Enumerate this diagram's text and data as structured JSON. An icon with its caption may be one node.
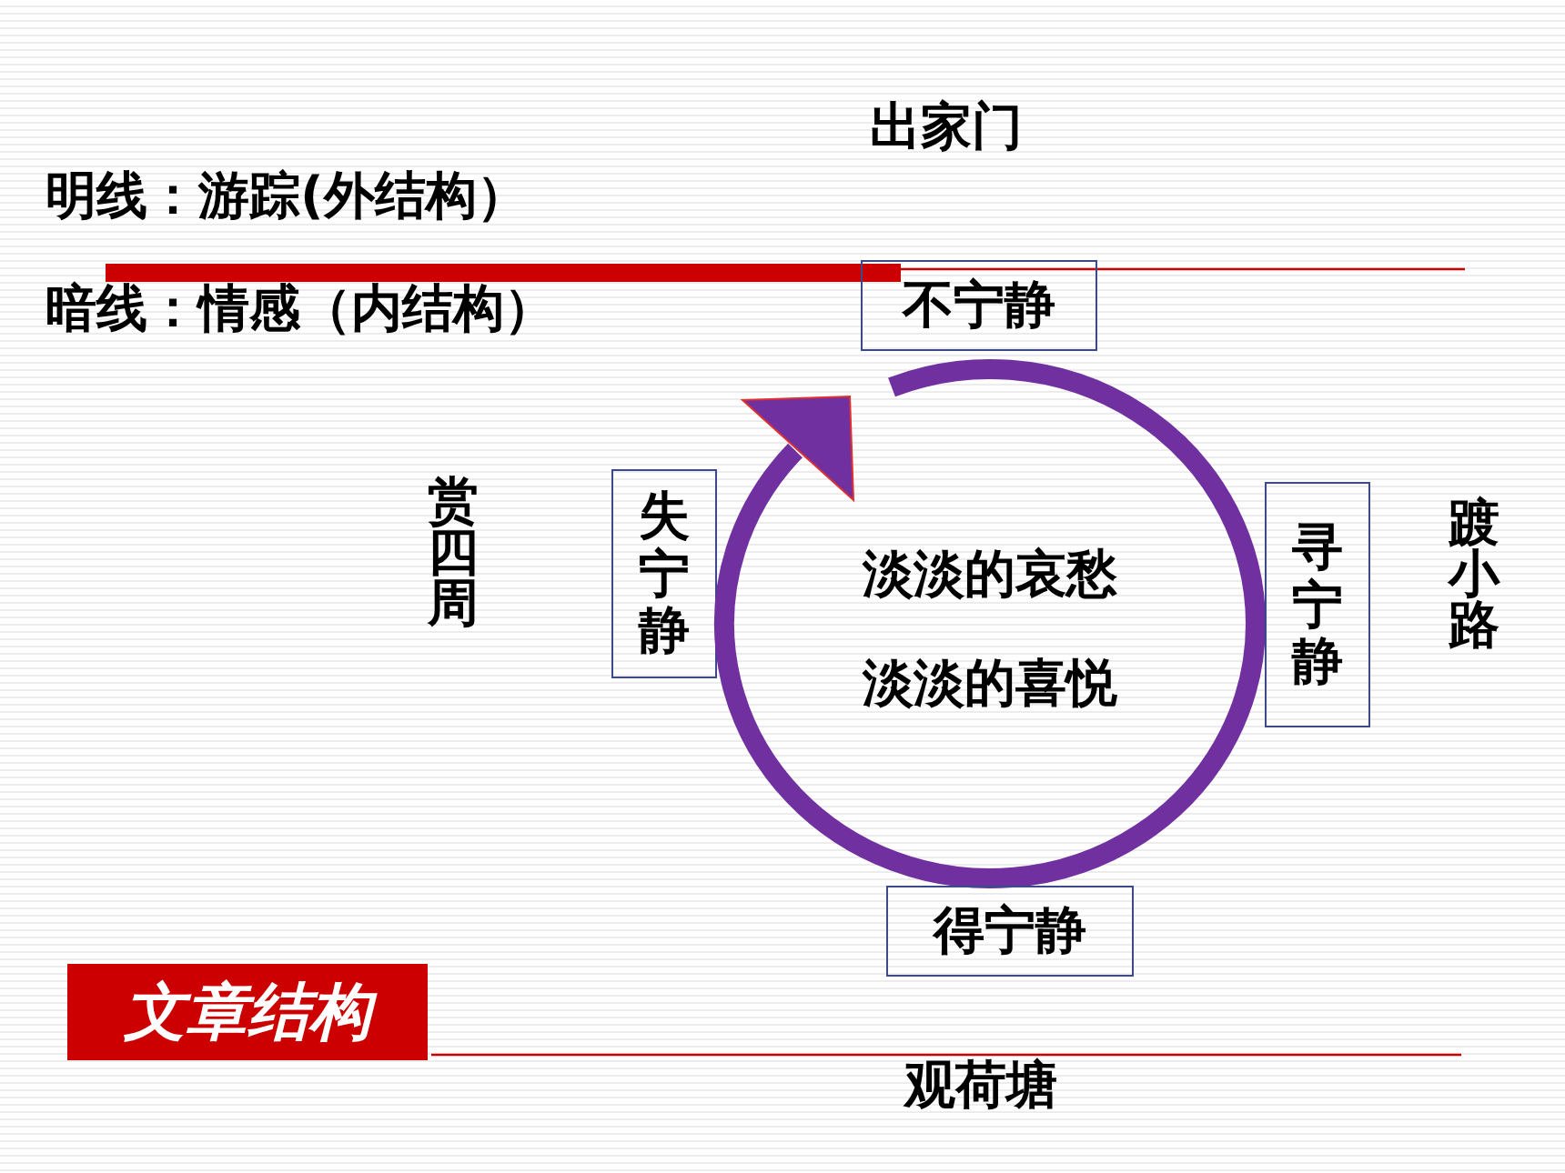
{
  "diagram": {
    "nodes": [
      {
        "text": [
          "不宁静"
        ]
      },
      {
        "text": [
          "失宁静"
        ]
      },
      {
        "text": [
          "淡淡的哀愁",
          "淡淡的喜悦"
        ]
      },
      {
        "text": [
          "寻宁静"
        ]
      },
      {
        "text": [
          "得宁静"
        ]
      },
      {
        "text": [
          "文章结构"
        ]
      }
    ],
    "labels": [
      "出家门",
      "明线：游踪(外结构）",
      "暗线：情感（内结构）",
      "赏四周",
      "踱小路",
      "观荷塘"
    ]
  }
}
